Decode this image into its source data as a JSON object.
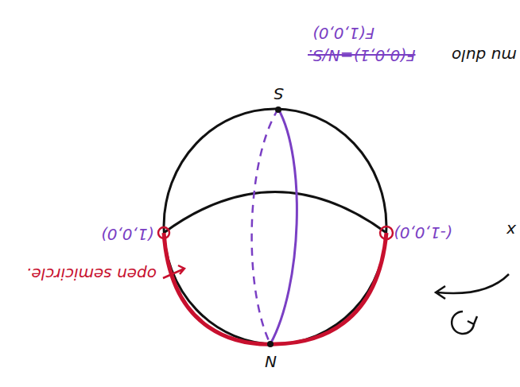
{
  "diagram": {
    "labels": [
      "F(1,0,0)",
      "mu dulo",
      "F(0,0,1)=N/S.",
      "S",
      "(1,0,0)",
      "(-1,0,0)",
      "x",
      "open semicircle.",
      "N"
    ]
  }
}
